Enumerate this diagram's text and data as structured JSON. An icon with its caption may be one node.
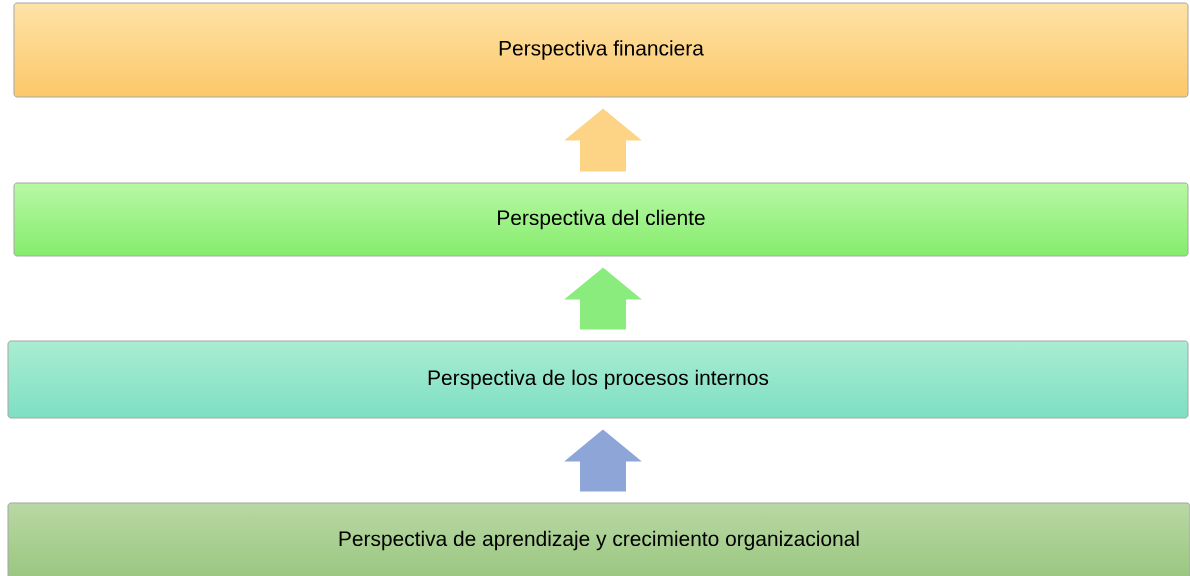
{
  "diagram": {
    "nodes": [
      {
        "text": [
          "Perspectiva financiera"
        ]
      },
      {
        "text": [
          "Perspectiva del cliente"
        ]
      },
      {
        "text": [
          "Perspectiva de los procesos internos"
        ]
      },
      {
        "text": [
          "Perspectiva de aprendizaje y crecimiento organizacional"
        ]
      }
    ],
    "edges": [
      {
        "from": 1,
        "to": 0,
        "arrow": "to",
        "color": "#fdd386"
      },
      {
        "from": 2,
        "to": 1,
        "arrow": "to",
        "color": "#8bec7e"
      },
      {
        "from": 3,
        "to": 2,
        "arrow": "to",
        "color": "#8ea5d8"
      }
    ]
  }
}
